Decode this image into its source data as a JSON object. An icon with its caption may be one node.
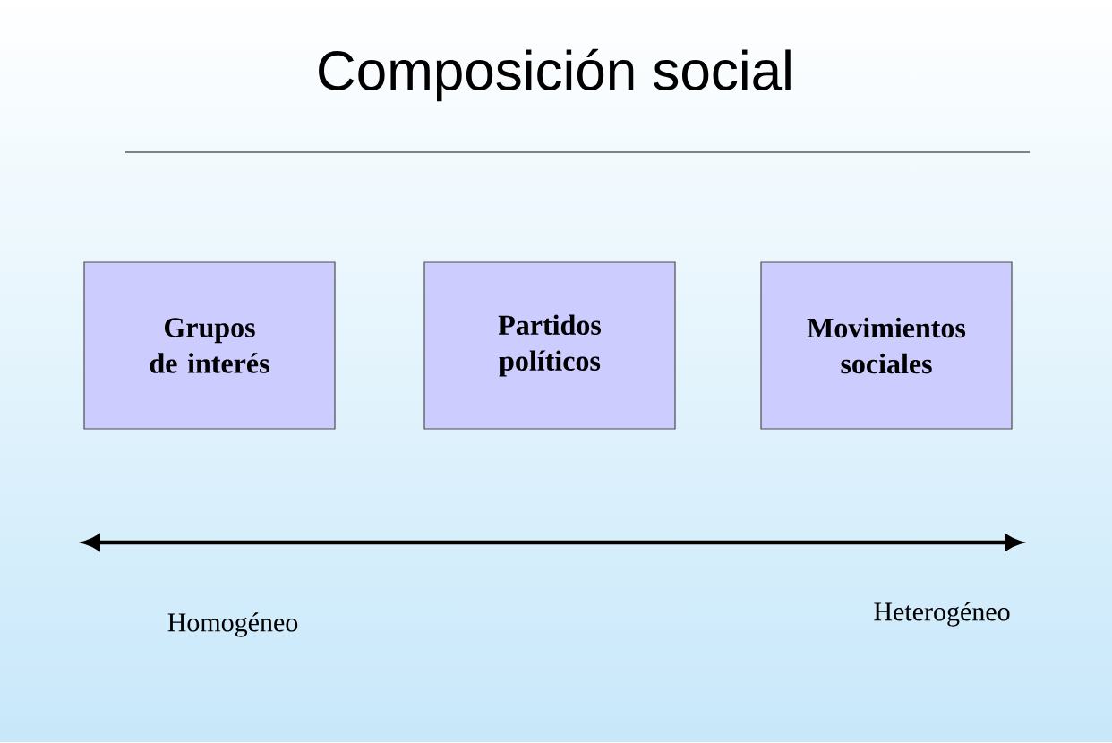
{
  "diagram": {
    "title": "Composición social",
    "nodes": [
      {
        "text": [
          "Grupos de interés"
        ]
      },
      {
        "text": [
          "Partidos políticos"
        ]
      },
      {
        "text": [
          "Movimientos sociales"
        ]
      }
    ],
    "labels": [
      "Homogéneo",
      "Heterogéneo"
    ]
  }
}
